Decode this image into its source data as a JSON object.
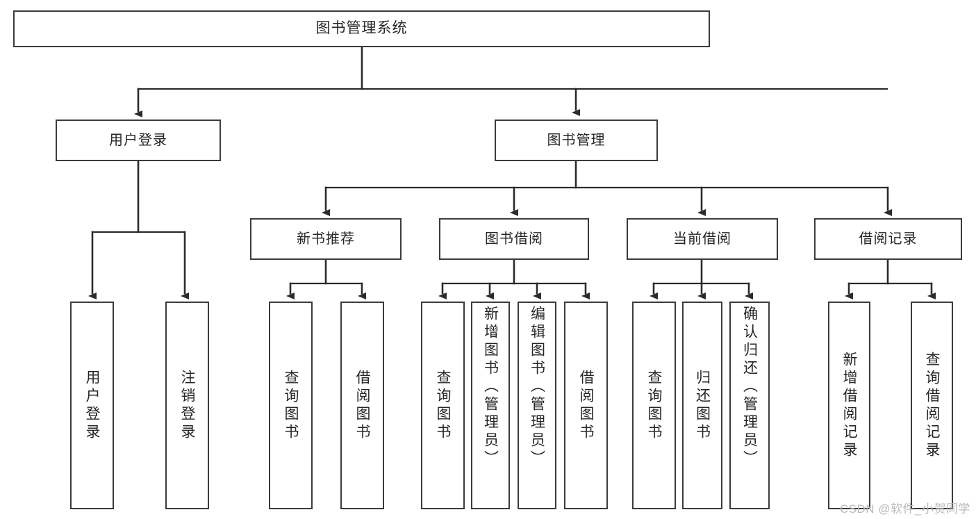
{
  "diagram": {
    "title": "图书管理系统",
    "type": "tree-hierarchy",
    "root": {
      "label": "图书管理系统"
    },
    "level2": [
      {
        "label": "用户登录"
      },
      {
        "label": "图书管理"
      }
    ],
    "level3": [
      {
        "label": "新书推荐"
      },
      {
        "label": "图书借阅"
      },
      {
        "label": "当前借阅"
      },
      {
        "label": "借阅记录"
      }
    ],
    "leaves": [
      {
        "label": "用户登录",
        "parent": "用户登录"
      },
      {
        "label": "注销登录",
        "parent": "用户登录"
      },
      {
        "label": "查询图书",
        "parent": "新书推荐"
      },
      {
        "label": "借阅图书",
        "parent": "新书推荐"
      },
      {
        "label": "查询图书",
        "parent": "图书借阅"
      },
      {
        "label": "新增图书（管理员）",
        "parent": "图书借阅"
      },
      {
        "label": "编辑图书（管理员）",
        "parent": "图书借阅"
      },
      {
        "label": "借阅图书",
        "parent": "图书借阅"
      },
      {
        "label": "查询图书",
        "parent": "当前借阅"
      },
      {
        "label": "归还图书",
        "parent": "当前借阅"
      },
      {
        "label": "确认归还（管理员）",
        "parent": "当前借阅"
      },
      {
        "label": "新增借阅记录",
        "parent": "借阅记录"
      },
      {
        "label": "查询借阅记录",
        "parent": "借阅记录"
      }
    ]
  },
  "watermark": {
    "text": "CSDN @软件_小贺同学"
  },
  "colors": {
    "box_border": "#3b3b3b",
    "box_fill": "#ffffff",
    "connector": "#2b2b2b",
    "text": "#262626",
    "watermark": "#b9b9b9",
    "background": "#ffffff"
  }
}
